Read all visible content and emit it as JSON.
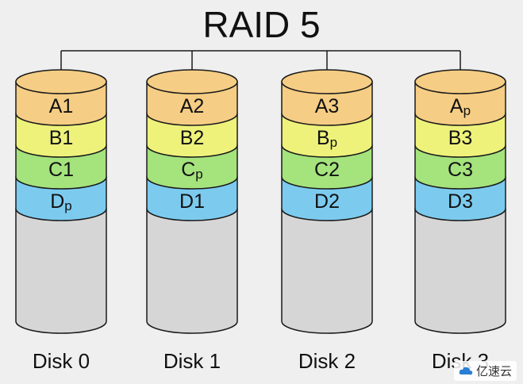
{
  "title": "RAID 5",
  "colors": {
    "background": "#efefef",
    "row_a": "#f5cd84",
    "row_b": "#eef27a",
    "row_c": "#a5e37d",
    "row_d": "#7ccbef",
    "empty": "#d6d6d6",
    "outline": "#1a1a1a"
  },
  "disks": [
    {
      "label": "Disk 0",
      "blocks": [
        {
          "letter": "A",
          "sub": "1"
        },
        {
          "letter": "B",
          "sub": "1"
        },
        {
          "letter": "C",
          "sub": "1"
        },
        {
          "letter": "D",
          "sub": "p"
        }
      ]
    },
    {
      "label": "Disk 1",
      "blocks": [
        {
          "letter": "A",
          "sub": "2"
        },
        {
          "letter": "B",
          "sub": "2"
        },
        {
          "letter": "C",
          "sub": "p"
        },
        {
          "letter": "D",
          "sub": "1"
        }
      ]
    },
    {
      "label": "Disk 2",
      "blocks": [
        {
          "letter": "A",
          "sub": "3"
        },
        {
          "letter": "B",
          "sub": "p"
        },
        {
          "letter": "C",
          "sub": "2"
        },
        {
          "letter": "D",
          "sub": "2"
        }
      ]
    },
    {
      "label": "Disk 3",
      "blocks": [
        {
          "letter": "A",
          "sub": "p"
        },
        {
          "letter": "B",
          "sub": "3"
        },
        {
          "letter": "C",
          "sub": "3"
        },
        {
          "letter": "D",
          "sub": "3"
        }
      ]
    }
  ],
  "watermark": {
    "text": "亿速云",
    "icon": "cloud-logo-icon"
  }
}
